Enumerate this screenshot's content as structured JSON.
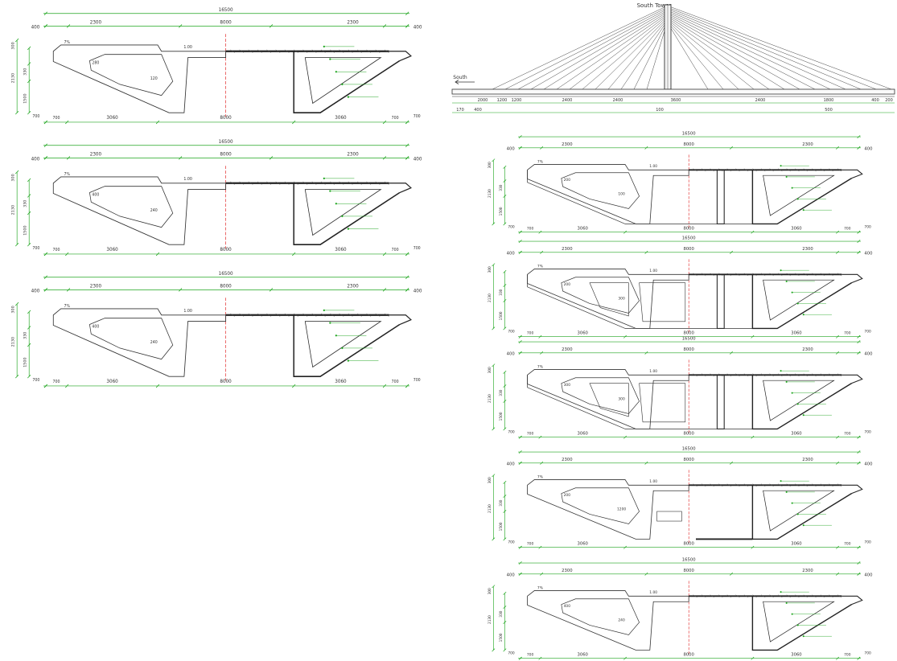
{
  "colors": {
    "dimension": "#1fa51f",
    "outline": "#333333",
    "centerline": "#e02020",
    "steel": "#222222",
    "background": "#ffffff"
  },
  "tower": {
    "title": "South Tower",
    "direction": "South",
    "spans": [
      "2000",
      "1200",
      "1200",
      "2400",
      "2400",
      "3600",
      "2400",
      "1800",
      "400",
      "200"
    ],
    "stations": [
      "170",
      "400",
      "100",
      "500"
    ]
  },
  "sections": [
    {
      "variant": "open",
      "total": "16500",
      "cant_left": "400",
      "cant_right": "400",
      "left_top": "2300",
      "center_top": "8000",
      "right_top": "2300",
      "bottom_mid": "8000",
      "bottom_left": "3060",
      "bottom_right": "3060",
      "edge_left": "700",
      "edge_left2": "700",
      "edge_right": "700",
      "edge_right2": "700",
      "h_top": "300",
      "h_total": "2130",
      "h_mid": "330",
      "h_web": "1500",
      "slope_left": "7%",
      "slope_right": "1.00",
      "wall": "280",
      "wall_label2": "120"
    },
    {
      "variant": "open",
      "total": "16500",
      "cant_left": "400",
      "cant_right": "400",
      "left_top": "2300",
      "center_top": "8000",
      "right_top": "2300",
      "bottom_mid": "8000",
      "bottom_left": "3060",
      "bottom_right": "3060",
      "edge_left": "700",
      "edge_left2": "700",
      "edge_right": "700",
      "edge_right2": "700",
      "h_top": "300",
      "h_total": "2130",
      "h_mid": "330",
      "h_web": "1500",
      "slope_left": "7%",
      "slope_right": "1.00",
      "wall": "400",
      "wall_label2": "240"
    },
    {
      "variant": "open",
      "total": "16500",
      "cant_left": "400",
      "cant_right": "400",
      "left_top": "2300",
      "center_top": "8000",
      "right_top": "2300",
      "bottom_mid": "8000",
      "bottom_left": "3060",
      "bottom_right": "3060",
      "edge_left": "700",
      "edge_left2": "700",
      "edge_right": "700",
      "edge_right2": "700",
      "h_top": "300",
      "h_total": "2130",
      "h_mid": "330",
      "h_web": "1500",
      "slope_left": "7%",
      "slope_right": "1.00",
      "wall": "400",
      "wall_label2": "240"
    },
    {
      "variant": "closed",
      "total": "16500",
      "cant_left": "400",
      "cant_right": "400",
      "left_top": "2300",
      "center_top": "8000",
      "right_top": "2300",
      "bottom_mid": "8000",
      "bottom_left": "3060",
      "bottom_right": "3060",
      "edge_left": "700",
      "edge_left2": "700",
      "edge_right": "700",
      "edge_right2": "700",
      "h_top": "300",
      "h_total": "2130",
      "h_mid": "330",
      "h_web": "1500",
      "slope_left": "7%",
      "slope_right": "1.00",
      "wall": "200",
      "wall_label2": "100"
    },
    {
      "variant": "cells",
      "total": "16500",
      "cant_left": "400",
      "cant_right": "400",
      "left_top": "2300",
      "center_top": "8000",
      "right_top": "2300",
      "bottom_mid": "8000",
      "bottom_left": "3060",
      "bottom_right": "3060",
      "edge_left": "700",
      "edge_left2": "700",
      "edge_right": "700",
      "edge_right2": "700",
      "h_top": "300",
      "h_total": "2130",
      "h_mid": "330",
      "h_web": "1500",
      "slope_left": "7%",
      "slope_right": "1.00",
      "wall": "200",
      "wall_label2": "300"
    },
    {
      "variant": "cells",
      "total": "16500",
      "cant_left": "400",
      "cant_right": "400",
      "left_top": "2300",
      "center_top": "8000",
      "right_top": "2300",
      "bottom_mid": "8000",
      "bottom_left": "3060",
      "bottom_right": "3060",
      "edge_left": "700",
      "edge_left2": "700",
      "edge_right": "700",
      "edge_right2": "700",
      "h_top": "300",
      "h_total": "2130",
      "h_mid": "330",
      "h_web": "1500",
      "slope_left": "7%",
      "slope_right": "1.00",
      "wall": "300",
      "wall_label2": "300"
    },
    {
      "variant": "half",
      "total": "16500",
      "cant_left": "400",
      "cant_right": "400",
      "left_top": "2300",
      "center_top": "8000",
      "right_top": "2300",
      "bottom_mid": "8000",
      "bottom_left": "3060",
      "bottom_right": "3060",
      "edge_left": "700",
      "edge_left2": "700",
      "edge_right": "700",
      "edge_right2": "700",
      "h_top": "300",
      "h_total": "2130",
      "h_mid": "330",
      "h_web": "1500",
      "slope_left": "7%",
      "slope_right": "1.00",
      "wall": "200",
      "wall_label2": "1200"
    },
    {
      "variant": "open",
      "total": "16500",
      "cant_left": "400",
      "cant_right": "400",
      "left_top": "2300",
      "center_top": "8000",
      "right_top": "2300",
      "bottom_mid": "8000",
      "bottom_left": "3060",
      "bottom_right": "3060",
      "edge_left": "700",
      "edge_left2": "700",
      "edge_right": "700",
      "edge_right2": "700",
      "h_top": "300",
      "h_total": "2130",
      "h_mid": "330",
      "h_web": "1500",
      "slope_left": "7%",
      "slope_right": "1.00",
      "wall": "400",
      "wall_label2": "240"
    }
  ]
}
